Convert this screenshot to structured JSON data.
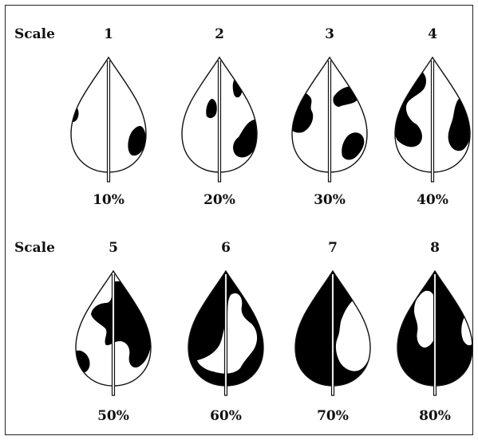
{
  "rows": [
    {
      "scale_label": "Scale",
      "leaves": [
        {
          "number": "1",
          "percent": "10%"
        },
        {
          "number": "2",
          "percent": "20%"
        },
        {
          "number": "3",
          "percent": "30%"
        },
        {
          "number": "4",
          "percent": "40%"
        }
      ]
    },
    {
      "scale_label": "Scale",
      "leaves": [
        {
          "number": "5",
          "percent": "50%"
        },
        {
          "number": "6",
          "percent": "60%"
        },
        {
          "number": "7",
          "percent": "70%"
        },
        {
          "number": "8",
          "percent": "80%"
        }
      ]
    }
  ]
}
